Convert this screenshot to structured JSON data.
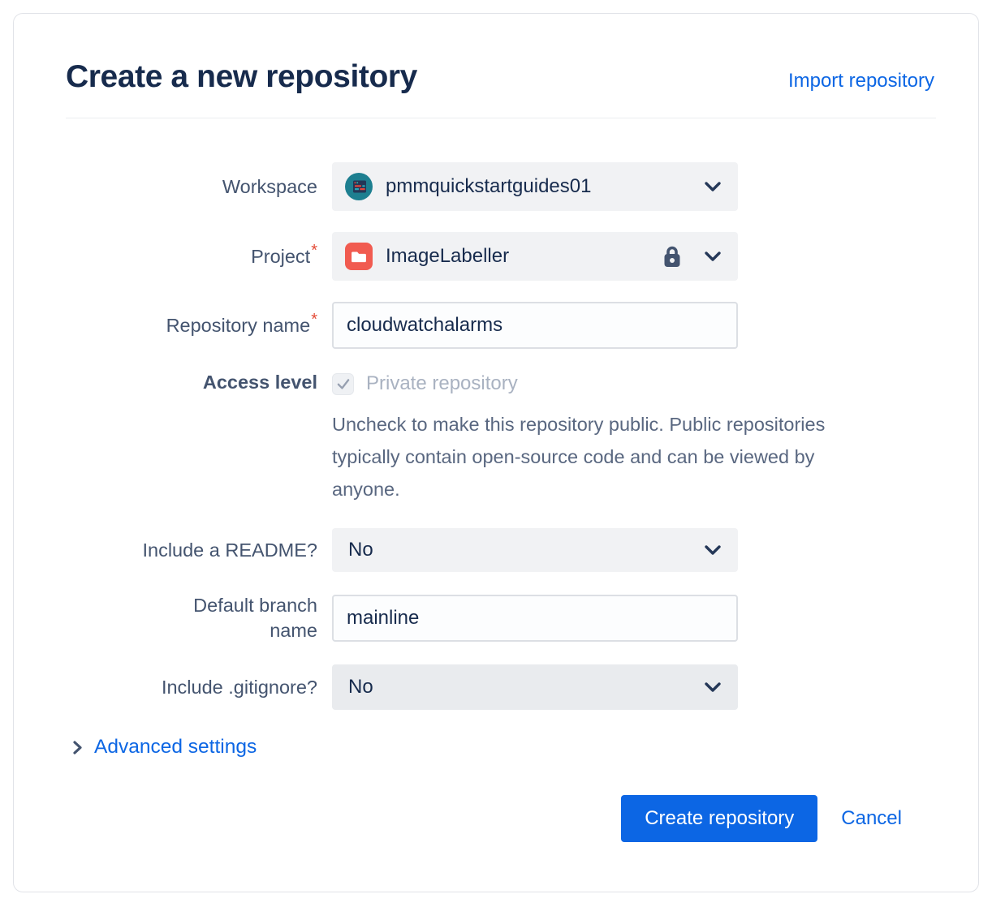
{
  "dialog": {
    "title": "Create a new repository",
    "import_link": "Import repository"
  },
  "form": {
    "workspace": {
      "label": "Workspace",
      "value": "pmmquickstartguides01"
    },
    "project": {
      "label": "Project",
      "required_marker": "*",
      "value": "ImageLabeller"
    },
    "repository_name": {
      "label": "Repository name",
      "required_marker": "*",
      "value": "cloudwatchalarms"
    },
    "access_level": {
      "label": "Access level",
      "checkbox_label": "Private repository",
      "checkbox_state": "checked-disabled",
      "help_text": "Uncheck to make this repository public. Public repositories typically contain open-source code and can be viewed by anyone."
    },
    "include_readme": {
      "label": "Include a README?",
      "value": "No"
    },
    "default_branch_name": {
      "label": "Default branch name",
      "value": "mainline"
    },
    "include_gitignore": {
      "label": "Include .gitignore?",
      "value": "No"
    },
    "advanced_settings_label": "Advanced settings"
  },
  "actions": {
    "create_label": "Create repository",
    "cancel_label": "Cancel"
  },
  "colors": {
    "accent_blue": "#0C66E4",
    "title_text": "#172B4D",
    "label_text": "#44546F",
    "required_red": "#E34935",
    "field_bg": "#F1F2F4",
    "field_bg_darker": "#E9EBEE",
    "disabled_text": "#A9B2C1",
    "help_text": "#596780",
    "workspace_avatar_teal": "#1D7F90",
    "project_icon_red": "#F15B50"
  }
}
